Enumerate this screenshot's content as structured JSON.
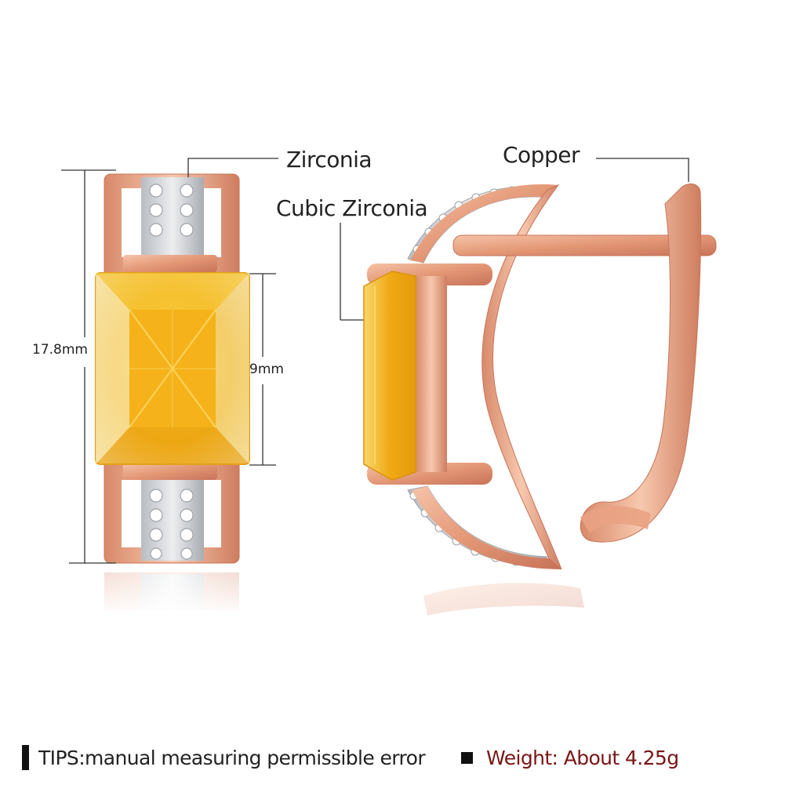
{
  "labels": {
    "zirconia": "Zirconia",
    "cubic_zirconia": "Cubic Zirconia",
    "copper": "Copper",
    "height_total": "17.8mm",
    "stone_height": "9mm"
  },
  "footer": {
    "tips": "TIPS:manual measuring permissible error",
    "weight": "Weight: About 4.25g"
  },
  "colors": {
    "rose_gold": "#e9a283",
    "rose_gold_dark": "#c8735a",
    "stone_yellow": "#f5b81a",
    "text": "#222222",
    "weight_text": "#7a1515",
    "marker": "#111111"
  }
}
